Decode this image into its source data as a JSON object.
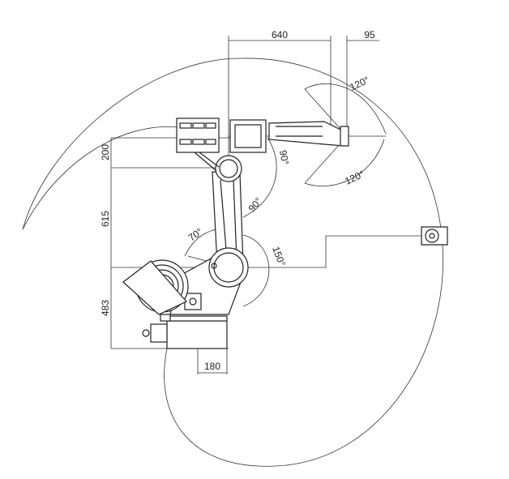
{
  "dimensions": {
    "arm_length": "640",
    "wrist_offset": "95",
    "upper_height": "200",
    "arm_height": "615",
    "base_height": "483",
    "base_offset": "180"
  },
  "angles": {
    "wrist_up": "120°",
    "wrist_down": "120°",
    "axis4_a": "90°",
    "axis4_b": "90°",
    "axis2_back": "70°",
    "axis2_front": "150°"
  },
  "colors": {
    "line": "#222222",
    "background": "#ffffff"
  }
}
